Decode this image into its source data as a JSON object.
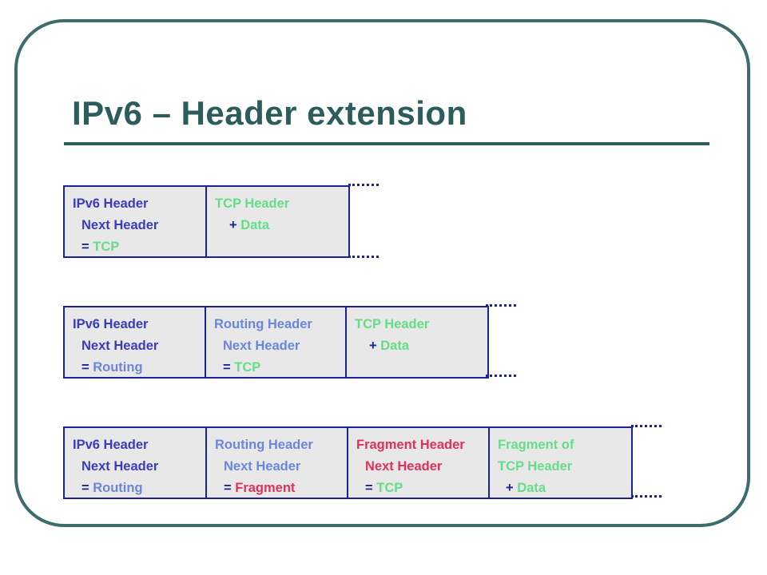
{
  "slide": {
    "title": "IPv6 – Header extension"
  },
  "colors": {
    "frame": "#3e6b6b",
    "title": "#2c5c5c",
    "border": "#1a2296",
    "cell_bg": "#e8e8e8",
    "ipv6": "#3a3cc0",
    "routing": "#6b86dd",
    "fragment": "#e0305c",
    "tcp": "#66dd88"
  },
  "packets": [
    {
      "cells": [
        {
          "line1": "IPv6 Header",
          "line2": "Next Header",
          "eq": "=",
          "value": "TCP"
        },
        {
          "line1": "TCP Header",
          "plus": "+",
          "line2": "Data"
        }
      ]
    },
    {
      "cells": [
        {
          "line1": "IPv6 Header",
          "line2": "Next Header",
          "eq": "=",
          "value": "Routing"
        },
        {
          "line1": "Routing Header",
          "line2": "Next Header",
          "eq": "=",
          "value": "TCP"
        },
        {
          "line1": "TCP Header",
          "plus": "+",
          "line2": "Data"
        }
      ]
    },
    {
      "cells": [
        {
          "line1": "IPv6 Header",
          "line2": "Next Header",
          "eq": "=",
          "value": "Routing"
        },
        {
          "line1": "Routing Header",
          "line2": "Next Header",
          "eq": "=",
          "value": "Fragment"
        },
        {
          "line1": "Fragment Header",
          "line2": "Next Header",
          "eq": "=",
          "value": "TCP"
        },
        {
          "line1": "Fragment of",
          "line2": "TCP Header",
          "plus": "+",
          "line3": "Data"
        }
      ]
    }
  ]
}
